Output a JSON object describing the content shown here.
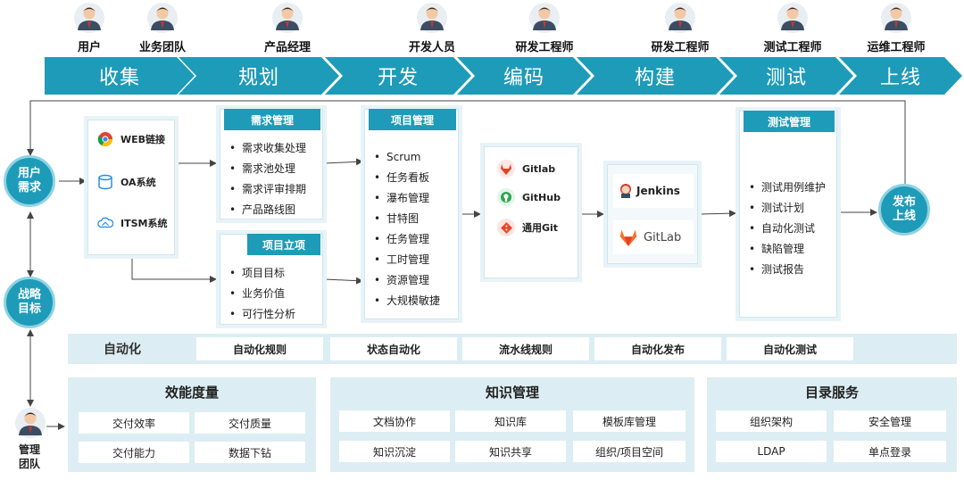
{
  "roles": [
    {
      "label": "用户"
    },
    {
      "label": "业务团队"
    },
    {
      "label": "产品经理"
    },
    {
      "label": "开发人员"
    },
    {
      "label": "研发工程师"
    },
    {
      "label": "研发工程师"
    },
    {
      "label": "测试工程师"
    },
    {
      "label": "运维工程师"
    }
  ],
  "stages": [
    "收集",
    "规划",
    "开发",
    "编码",
    "构建",
    "测试",
    "上线"
  ],
  "circles": {
    "user_demand": "用户\n需求",
    "strategy": "战略\n目标",
    "release": "发布\n上线"
  },
  "management": {
    "label": "管理\n团队"
  },
  "sources": [
    {
      "label": "WEB链接",
      "icon": "chrome-icon"
    },
    {
      "label": "OA系统",
      "icon": "database-icon"
    },
    {
      "label": "ITSM系统",
      "icon": "cloud-icon"
    }
  ],
  "requirements": {
    "title": "需求管理",
    "items": [
      "需求收集处理",
      "需求池处理",
      "需求评审排期",
      "产品路线图"
    ]
  },
  "project_setup": {
    "title": "项目立项",
    "items": [
      "项目目标",
      "业务价值",
      "可行性分析"
    ]
  },
  "project_mgmt": {
    "title": "项目管理",
    "items": [
      "Scrum",
      "任务看板",
      "瀑布管理",
      "甘特图",
      "任务管理",
      "工时管理",
      "资源管理",
      "大规模敏捷"
    ]
  },
  "repos": [
    {
      "label": "Gitlab",
      "icon": "gitlab-icon",
      "color": "#e24329"
    },
    {
      "label": "GitHub",
      "icon": "github-icon",
      "color": "#2da44e"
    },
    {
      "label": "通用Git",
      "icon": "git-icon",
      "color": "#e8452c"
    }
  ],
  "build_tools": [
    {
      "label": "Jenkins",
      "icon": "jenkins-icon"
    },
    {
      "label": "GitLab",
      "icon": "gitlab-icon"
    }
  ],
  "testing": {
    "title": "测试管理",
    "items": [
      "测试用例维护",
      "测试计划",
      "自动化测试",
      "缺陷管理",
      "测试报告"
    ]
  },
  "automation": {
    "title": "自动化",
    "items": [
      "自动化规则",
      "状态自动化",
      "流水线规则",
      "自动化发布",
      "自动化测试"
    ]
  },
  "efficiency": {
    "title": "效能度量",
    "items": [
      "交付效率",
      "交付质量",
      "交付能力",
      "数据下钻"
    ]
  },
  "knowledge": {
    "title": "知识管理",
    "items": [
      "文档协作",
      "知识库",
      "模板库管理",
      "知识沉淀",
      "知识共享",
      "组织/项目空间"
    ]
  },
  "directory": {
    "title": "目录服务",
    "items": [
      "组织架构",
      "安全管理",
      "LDAP",
      "单点登录"
    ]
  },
  "colors": {
    "accent": "#1e9bb8",
    "panel_bg": "#dceef3",
    "panel_border": "#cfe7ee"
  }
}
